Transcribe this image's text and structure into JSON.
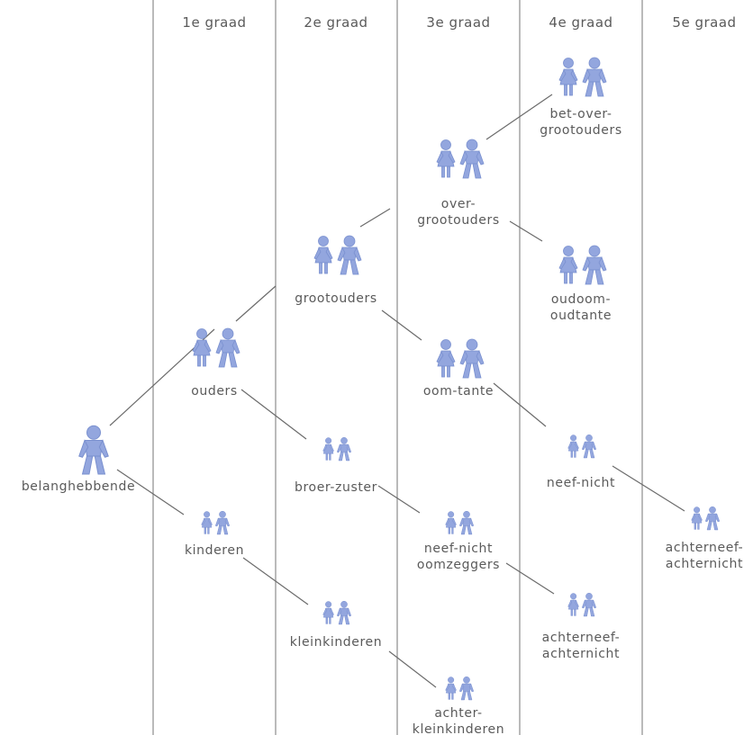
{
  "columns": [
    {
      "label": "1e graad"
    },
    {
      "label": "2e graad"
    },
    {
      "label": "3e graad"
    },
    {
      "label": "4e graad"
    },
    {
      "label": "5e graad"
    }
  ],
  "nodes": [
    {
      "id": "belanghebbende",
      "lines": [
        "belanghebbende"
      ],
      "figure": "single"
    },
    {
      "id": "ouders",
      "lines": [
        "ouders"
      ],
      "figure": "couple"
    },
    {
      "id": "kinderen",
      "lines": [
        "kinderen"
      ],
      "figure": "small-pair"
    },
    {
      "id": "grootouders",
      "lines": [
        "grootouders"
      ],
      "figure": "couple"
    },
    {
      "id": "broer-zuster",
      "lines": [
        "broer-zuster"
      ],
      "figure": "small-pair"
    },
    {
      "id": "kleinkinderen",
      "lines": [
        "kleinkinderen"
      ],
      "figure": "small-pair"
    },
    {
      "id": "overgrootouders",
      "lines": [
        "over-",
        "grootouders"
      ],
      "figure": "couple"
    },
    {
      "id": "oom-tante",
      "lines": [
        "oom-tante"
      ],
      "figure": "couple"
    },
    {
      "id": "neef-nicht-oomzeggers",
      "lines": [
        "neef-nicht",
        "oomzeggers"
      ],
      "figure": "small-pair"
    },
    {
      "id": "achterkleinkinderen",
      "lines": [
        "achter-",
        "kleinkinderen"
      ],
      "figure": "small-pair"
    },
    {
      "id": "betovergrootouders",
      "lines": [
        "bet-over-",
        "grootouders"
      ],
      "figure": "couple"
    },
    {
      "id": "oudoom-oudtante",
      "lines": [
        "oudoom-",
        "oudtante"
      ],
      "figure": "couple"
    },
    {
      "id": "neef-nicht",
      "lines": [
        "neef-nicht"
      ],
      "figure": "small-pair"
    },
    {
      "id": "achterneef-achternicht-4",
      "lines": [
        "achterneef-",
        "achternicht"
      ],
      "figure": "small-pair"
    },
    {
      "id": "achterneef-achternicht-5",
      "lines": [
        "achterneef-",
        "achternicht"
      ],
      "figure": "small-pair"
    }
  ],
  "connections": [
    [
      "belanghebbende",
      "ouders"
    ],
    [
      "belanghebbende",
      "kinderen"
    ],
    [
      "ouders",
      "grootouders"
    ],
    [
      "ouders",
      "broer-zuster"
    ],
    [
      "kinderen",
      "kleinkinderen"
    ],
    [
      "grootouders",
      "overgrootouders"
    ],
    [
      "grootouders",
      "oom-tante"
    ],
    [
      "broer-zuster",
      "neef-nicht-oomzeggers"
    ],
    [
      "kleinkinderen",
      "achterkleinkinderen"
    ],
    [
      "overgrootouders",
      "betovergrootouders"
    ],
    [
      "overgrootouders",
      "oudoom-oudtante"
    ],
    [
      "oom-tante",
      "neef-nicht"
    ],
    [
      "neef-nicht-oomzeggers",
      "achterneef-achternicht-4"
    ],
    [
      "neef-nicht",
      "achterneef-achternicht-5"
    ]
  ],
  "colors": {
    "figure": "#93a6de",
    "line": "#6b6b6b",
    "text": "#5a5a5a"
  }
}
